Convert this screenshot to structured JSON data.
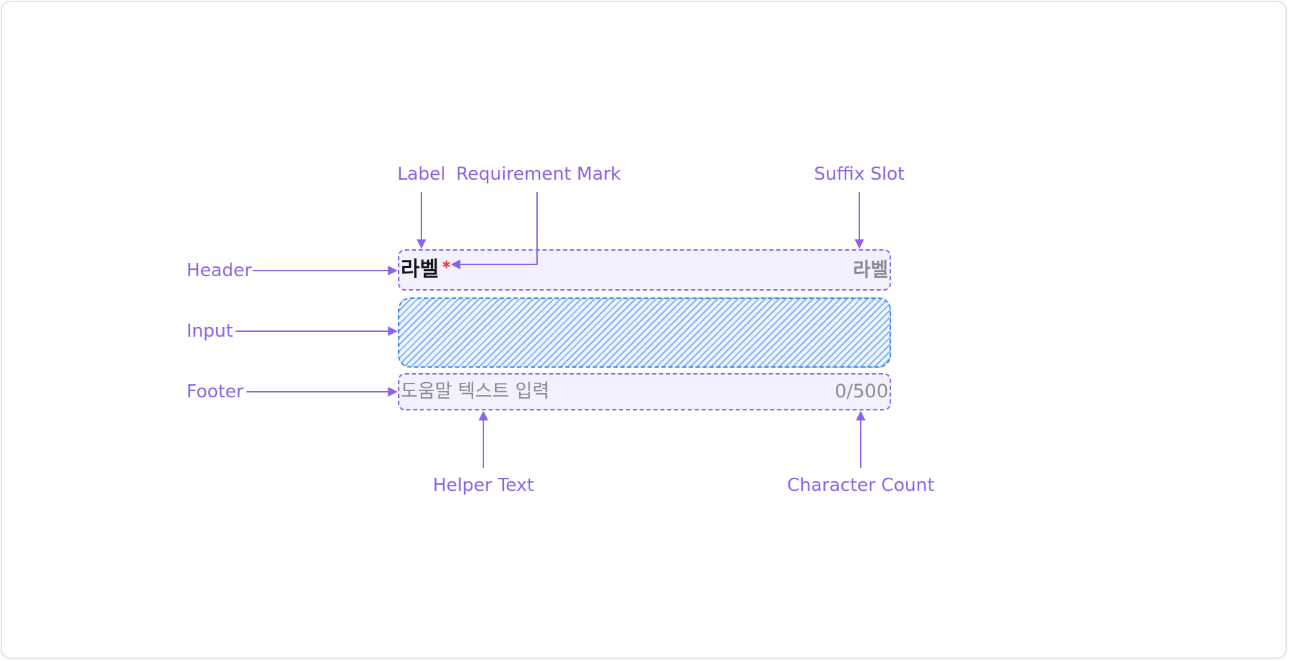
{
  "annotations": {
    "label": "Label",
    "requirement_mark": "Requirement Mark",
    "suffix_slot": "Suffix Slot",
    "header": "Header",
    "input": "Input",
    "footer": "Footer",
    "helper_text": "Helper Text",
    "character_count": "Character Count"
  },
  "component": {
    "label": "라벨",
    "requirement_mark": "*",
    "suffix": "라벨",
    "helper_text": "도움말 텍스트 입력",
    "character_count": "0/500"
  },
  "colors": {
    "annotation": "#8a63e8",
    "region_border": "#8a63e8",
    "region_fill": "#f3f1fd",
    "input_border": "#3b86f2",
    "input_hatch": "#7fb1f7",
    "required": "#e53935",
    "muted_text": "#8b8b90"
  }
}
